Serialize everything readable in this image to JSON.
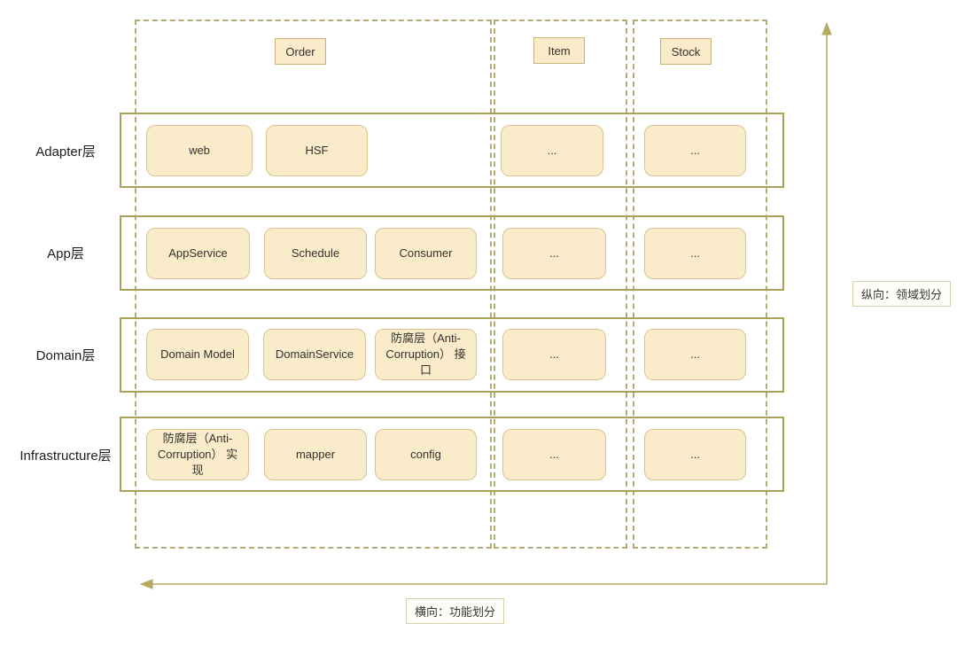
{
  "diagram": {
    "columns": [
      {
        "label": "Order"
      },
      {
        "label": "Item"
      },
      {
        "label": "Stock"
      }
    ],
    "layers": [
      {
        "label": "Adapter层",
        "boxes": [
          "web",
          "HSF",
          "...",
          "..."
        ]
      },
      {
        "label": "App层",
        "boxes": [
          "AppService",
          "Schedule",
          "Consumer",
          "...",
          "..."
        ]
      },
      {
        "label": "Domain层",
        "boxes": [
          "Domain Model",
          "DomainService",
          "防腐层（Anti-\nCorruption） 接口",
          "...",
          "..."
        ]
      },
      {
        "label": "Infrastructure层",
        "boxes": [
          "防腐层（Anti-\nCorruption） 实现",
          "mapper",
          "config",
          "...",
          "..."
        ]
      }
    ],
    "annotations": {
      "vertical": "纵向：领域划分",
      "horizontal": "横向：功能划分"
    },
    "colors": {
      "box_fill": "#faeccb",
      "box_border": "#d9c48e",
      "layer_border": "#aaa158",
      "column_dash": "#b3ac76",
      "arrow": "#b5ab60",
      "text": "#33322b"
    }
  }
}
